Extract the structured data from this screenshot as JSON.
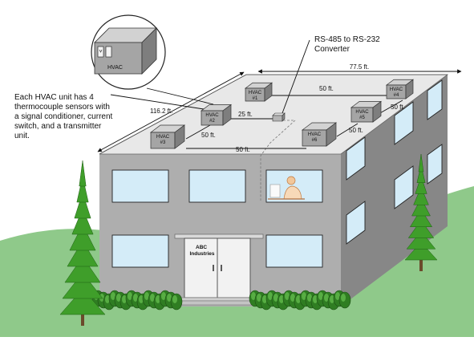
{
  "callout": {
    "lines": [
      "Each HVAC unit has 4",
      "thermocouple sensors with",
      "a signal conditioner, current",
      "switch, and a transmitter",
      "unit."
    ],
    "inset_label": "HVAC"
  },
  "converter": {
    "lines": [
      "RS-485 to RS-232",
      "Converter"
    ]
  },
  "dimensions": {
    "width": "77.5 ft.",
    "depth": "116.2 ft.",
    "d_1_4": "50 ft.",
    "d_2_conv": "25 ft.",
    "d_2_3": "50 ft.",
    "d_3_6": "50 ft.",
    "d_4_5": "50 ft.",
    "d_5_6": "50 ft."
  },
  "units": [
    {
      "lines": [
        "HVAC",
        "#1"
      ]
    },
    {
      "lines": [
        "HVAC",
        "#2"
      ]
    },
    {
      "lines": [
        "HVAC",
        "#3"
      ]
    },
    {
      "lines": [
        "HVAC",
        "#4"
      ]
    },
    {
      "lines": [
        "HVAC",
        "#5"
      ]
    },
    {
      "lines": [
        "HVAC",
        "#6"
      ]
    }
  ],
  "building": {
    "sign_lines": [
      "ABC",
      "Industries"
    ]
  },
  "colors": {
    "wall_front": "#aeaeae",
    "wall_side": "#878787",
    "roof": "#e8e8e8",
    "window": "#d4ecf8",
    "grass": "#8fc98a",
    "tree": "#3f9e2a",
    "hvac_top": "#d2d2d2",
    "hvac_front": "#a5a5a5",
    "hvac_side": "#7e7e7e"
  }
}
